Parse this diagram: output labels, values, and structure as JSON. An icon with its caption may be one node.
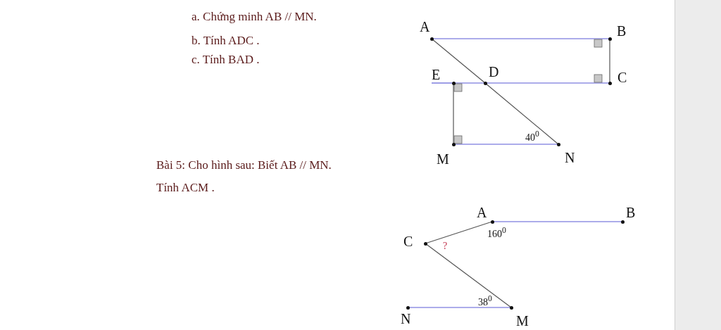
{
  "diagram": {
    "nodes": [
      {
        "text": [
          "A"
        ]
      },
      {
        "text": [
          "B"
        ]
      },
      {
        "text": [
          "C"
        ]
      },
      {
        "text": [
          "D"
        ]
      },
      {
        "text": [
          "E"
        ]
      },
      {
        "text": [
          "M"
        ]
      },
      {
        "text": [
          "N"
        ]
      },
      {
        "text": [
          "A"
        ]
      },
      {
        "text": [
          "B"
        ]
      },
      {
        "text": [
          "C"
        ]
      },
      {
        "text": [
          "M"
        ]
      },
      {
        "text": [
          "N"
        ]
      }
    ],
    "edges": [
      {
        "from": 0,
        "to": 1,
        "arrow": "none",
        "color": "#5b5bd6"
      },
      {
        "from": 1,
        "to": 2,
        "arrow": "none",
        "color": "#555555"
      },
      {
        "from": null,
        "to": 4,
        "arrow": "none",
        "color": "#5b5bd6"
      },
      {
        "from": 4,
        "to": 3,
        "arrow": "none",
        "color": "#5b5bd6"
      },
      {
        "from": 3,
        "to": 2,
        "arrow": "none",
        "color": "#5b5bd6"
      },
      {
        "from": 0,
        "to": 3,
        "arrow": "none",
        "color": "#555555"
      },
      {
        "from": 3,
        "to": 6,
        "arrow": "none",
        "color": "#555555"
      },
      {
        "from": 4,
        "to": 5,
        "arrow": "none",
        "color": "#555555"
      },
      {
        "from": 5,
        "to": 6,
        "arrow": "none",
        "color": "#5b5bd6"
      },
      {
        "from": 7,
        "to": 8,
        "arrow": "none",
        "color": "#5b5bd6"
      },
      {
        "from": 9,
        "to": 7,
        "arrow": "none",
        "color": "#555555"
      },
      {
        "from": 9,
        "to": 10,
        "arrow": "none",
        "color": "#555555"
      },
      {
        "from": 11,
        "to": 10,
        "arrow": "none",
        "color": "#5b5bd6"
      }
    ],
    "labels": [
      "a. Chứng minh AB // MN.",
      "b. Tính ADC .",
      "c. Tính BAD .",
      "40$^{0}$",
      "Bài 5: Cho hình sau: Biết AB // MN.",
      "Tính ACM .",
      "160$^{0}$",
      "?",
      "38$^{0}$"
    ]
  }
}
